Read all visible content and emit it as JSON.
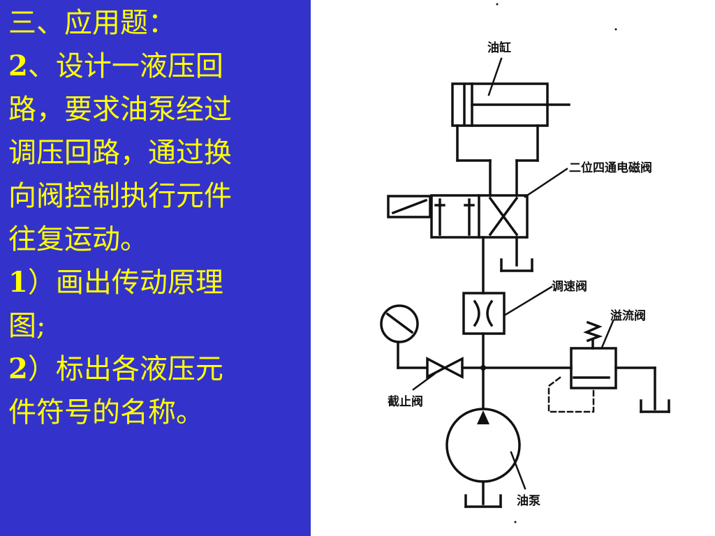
{
  "slide": {
    "heading": "三、应用题：",
    "question_number": "2",
    "question_lines": [
      "、设计一液压回",
      "路，要求油泵经过",
      "调压回路，通过换",
      "向阀控制执行元件",
      "往复运动。"
    ],
    "task1_number": "1",
    "task1_lines": [
      "）画出传动原理",
      "图;"
    ],
    "task2_number": "2",
    "task2_lines": [
      "）标出各液压元",
      "件符号的名称。"
    ]
  },
  "diagram": {
    "labels": {
      "cylinder": "油缸",
      "directional_valve": "二位四通电磁阀",
      "flow_valve": "调速阀",
      "relief_valve": "溢流阀",
      "stop_valve": "截止阀",
      "pump": "油泵"
    }
  },
  "colors": {
    "panel_bg": "#3333cc",
    "text": "#ffff00",
    "diagram_line": "#111111"
  }
}
